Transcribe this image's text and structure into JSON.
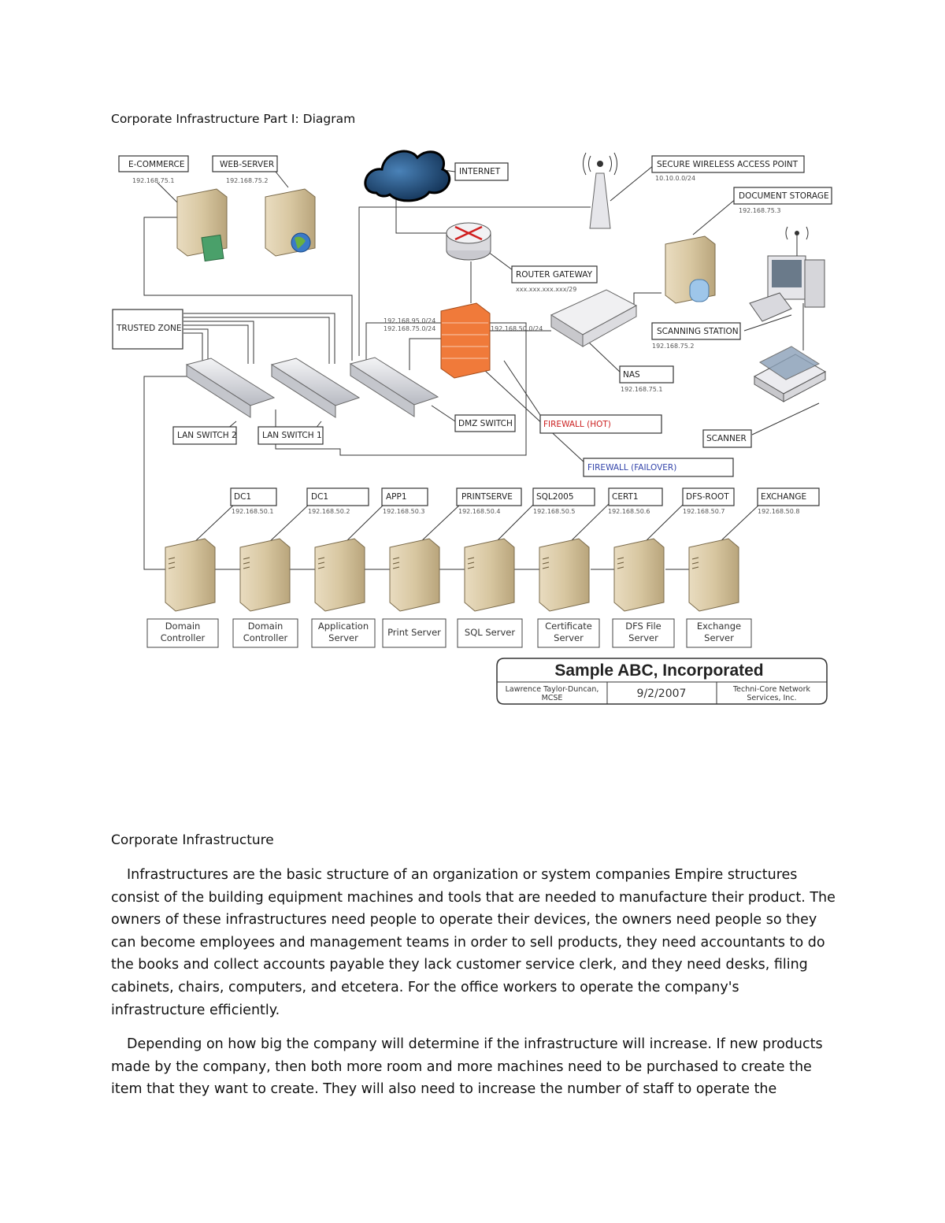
{
  "title": "Corporate Infrastructure Part I: Diagram",
  "diagram": {
    "top_labels": {
      "ecommerce": "E-COMMERCE",
      "ecommerce_ip": "192.168.75.1",
      "webserver": "WEB-SERVER",
      "webserver_ip": "192.168.75.2",
      "internet": "INTERNET",
      "wireless": "SECURE WIRELESS ACCESS POINT",
      "wireless_ip": "10.10.0.0/24",
      "doc_storage": "DOCUMENT STORAGE",
      "doc_storage_ip": "192.168.75.3",
      "router": "ROUTER GATEWAY",
      "router_ip": "xxx.xxx.xxx.xxx/29",
      "trusted_zone": "TRUSTED ZONE",
      "firewall_ip_left_1": "192.168.95.0/24",
      "firewall_ip_left_2": "192.168.75.0/24",
      "firewall_ip_right": "192.168.50.0/24",
      "scanning_station": "SCANNING STATION",
      "scanning_station_ip": "192.168.75.2",
      "nas": "NAS",
      "nas_ip": "192.168.75.1",
      "dmz_switch": "DMZ SWITCH",
      "firewall_hot": "FIREWALL (HOT)",
      "firewall_failover": "FIREWALL (FAILOVER)",
      "lan_switch_2": "LAN SWITCH 2",
      "lan_switch_1": "LAN SWITCH 1",
      "scanner": "SCANNER"
    },
    "servers": [
      {
        "name": "DC1",
        "ip": "192.168.50.1",
        "caption1": "Domain",
        "caption2": "Controller"
      },
      {
        "name": "DC1",
        "ip": "192.168.50.2",
        "caption1": "Domain",
        "caption2": "Controller"
      },
      {
        "name": "APP1",
        "ip": "192.168.50.3",
        "caption1": "Application",
        "caption2": "Server"
      },
      {
        "name": "PRINTSERVE",
        "ip": "192.168.50.4",
        "caption1": "Print Server",
        "caption2": ""
      },
      {
        "name": "SQL2005",
        "ip": "192.168.50.5",
        "caption1": "SQL Server",
        "caption2": ""
      },
      {
        "name": "CERT1",
        "ip": "192.168.50.6",
        "caption1": "Certificate",
        "caption2": "Server"
      },
      {
        "name": "DFS-ROOT",
        "ip": "192.168.50.7",
        "caption1": "DFS File",
        "caption2": "Server"
      },
      {
        "name": "EXCHANGE",
        "ip": "192.168.50.8",
        "caption1": "Exchange",
        "caption2": "Server"
      }
    ],
    "title_block": {
      "company": "Sample ABC, Incorporated",
      "author_1": "Lawrence Taylor-Duncan,",
      "author_2": "MCSE",
      "date": "9/2/2007",
      "org_1": "Techni-Core Network",
      "org_2": "Services, Inc."
    },
    "colors": {
      "firewall": "#f07a3a",
      "firewall_hot_label": "#cc2222",
      "firewall_failover_label": "#3344aa",
      "cloud": "#1e4a78"
    }
  },
  "section_heading": "Corporate Infrastructure",
  "paragraphs": [
    "Infrastructures are the basic structure of an organization or system companies Empire structures consist of the building equipment machines and tools that are needed to manufacture their product. The owners of these infrastructures need people to operate their devices, the owners need people so they can become employees and management teams in order to sell products, they need accountants to do the books and collect accounts payable they lack customer service clerk, and they need desks, filing cabinets, chairs, computers, and etcetera. For the office workers to operate the company's infrastructure efficiently.",
    "Depending on how big the company will determine if the infrastructure will increase. If new products made by the company, then both more room and more machines need to be purchased to create the item that they want to create. They will also need to increase the number of staff to operate the"
  ]
}
